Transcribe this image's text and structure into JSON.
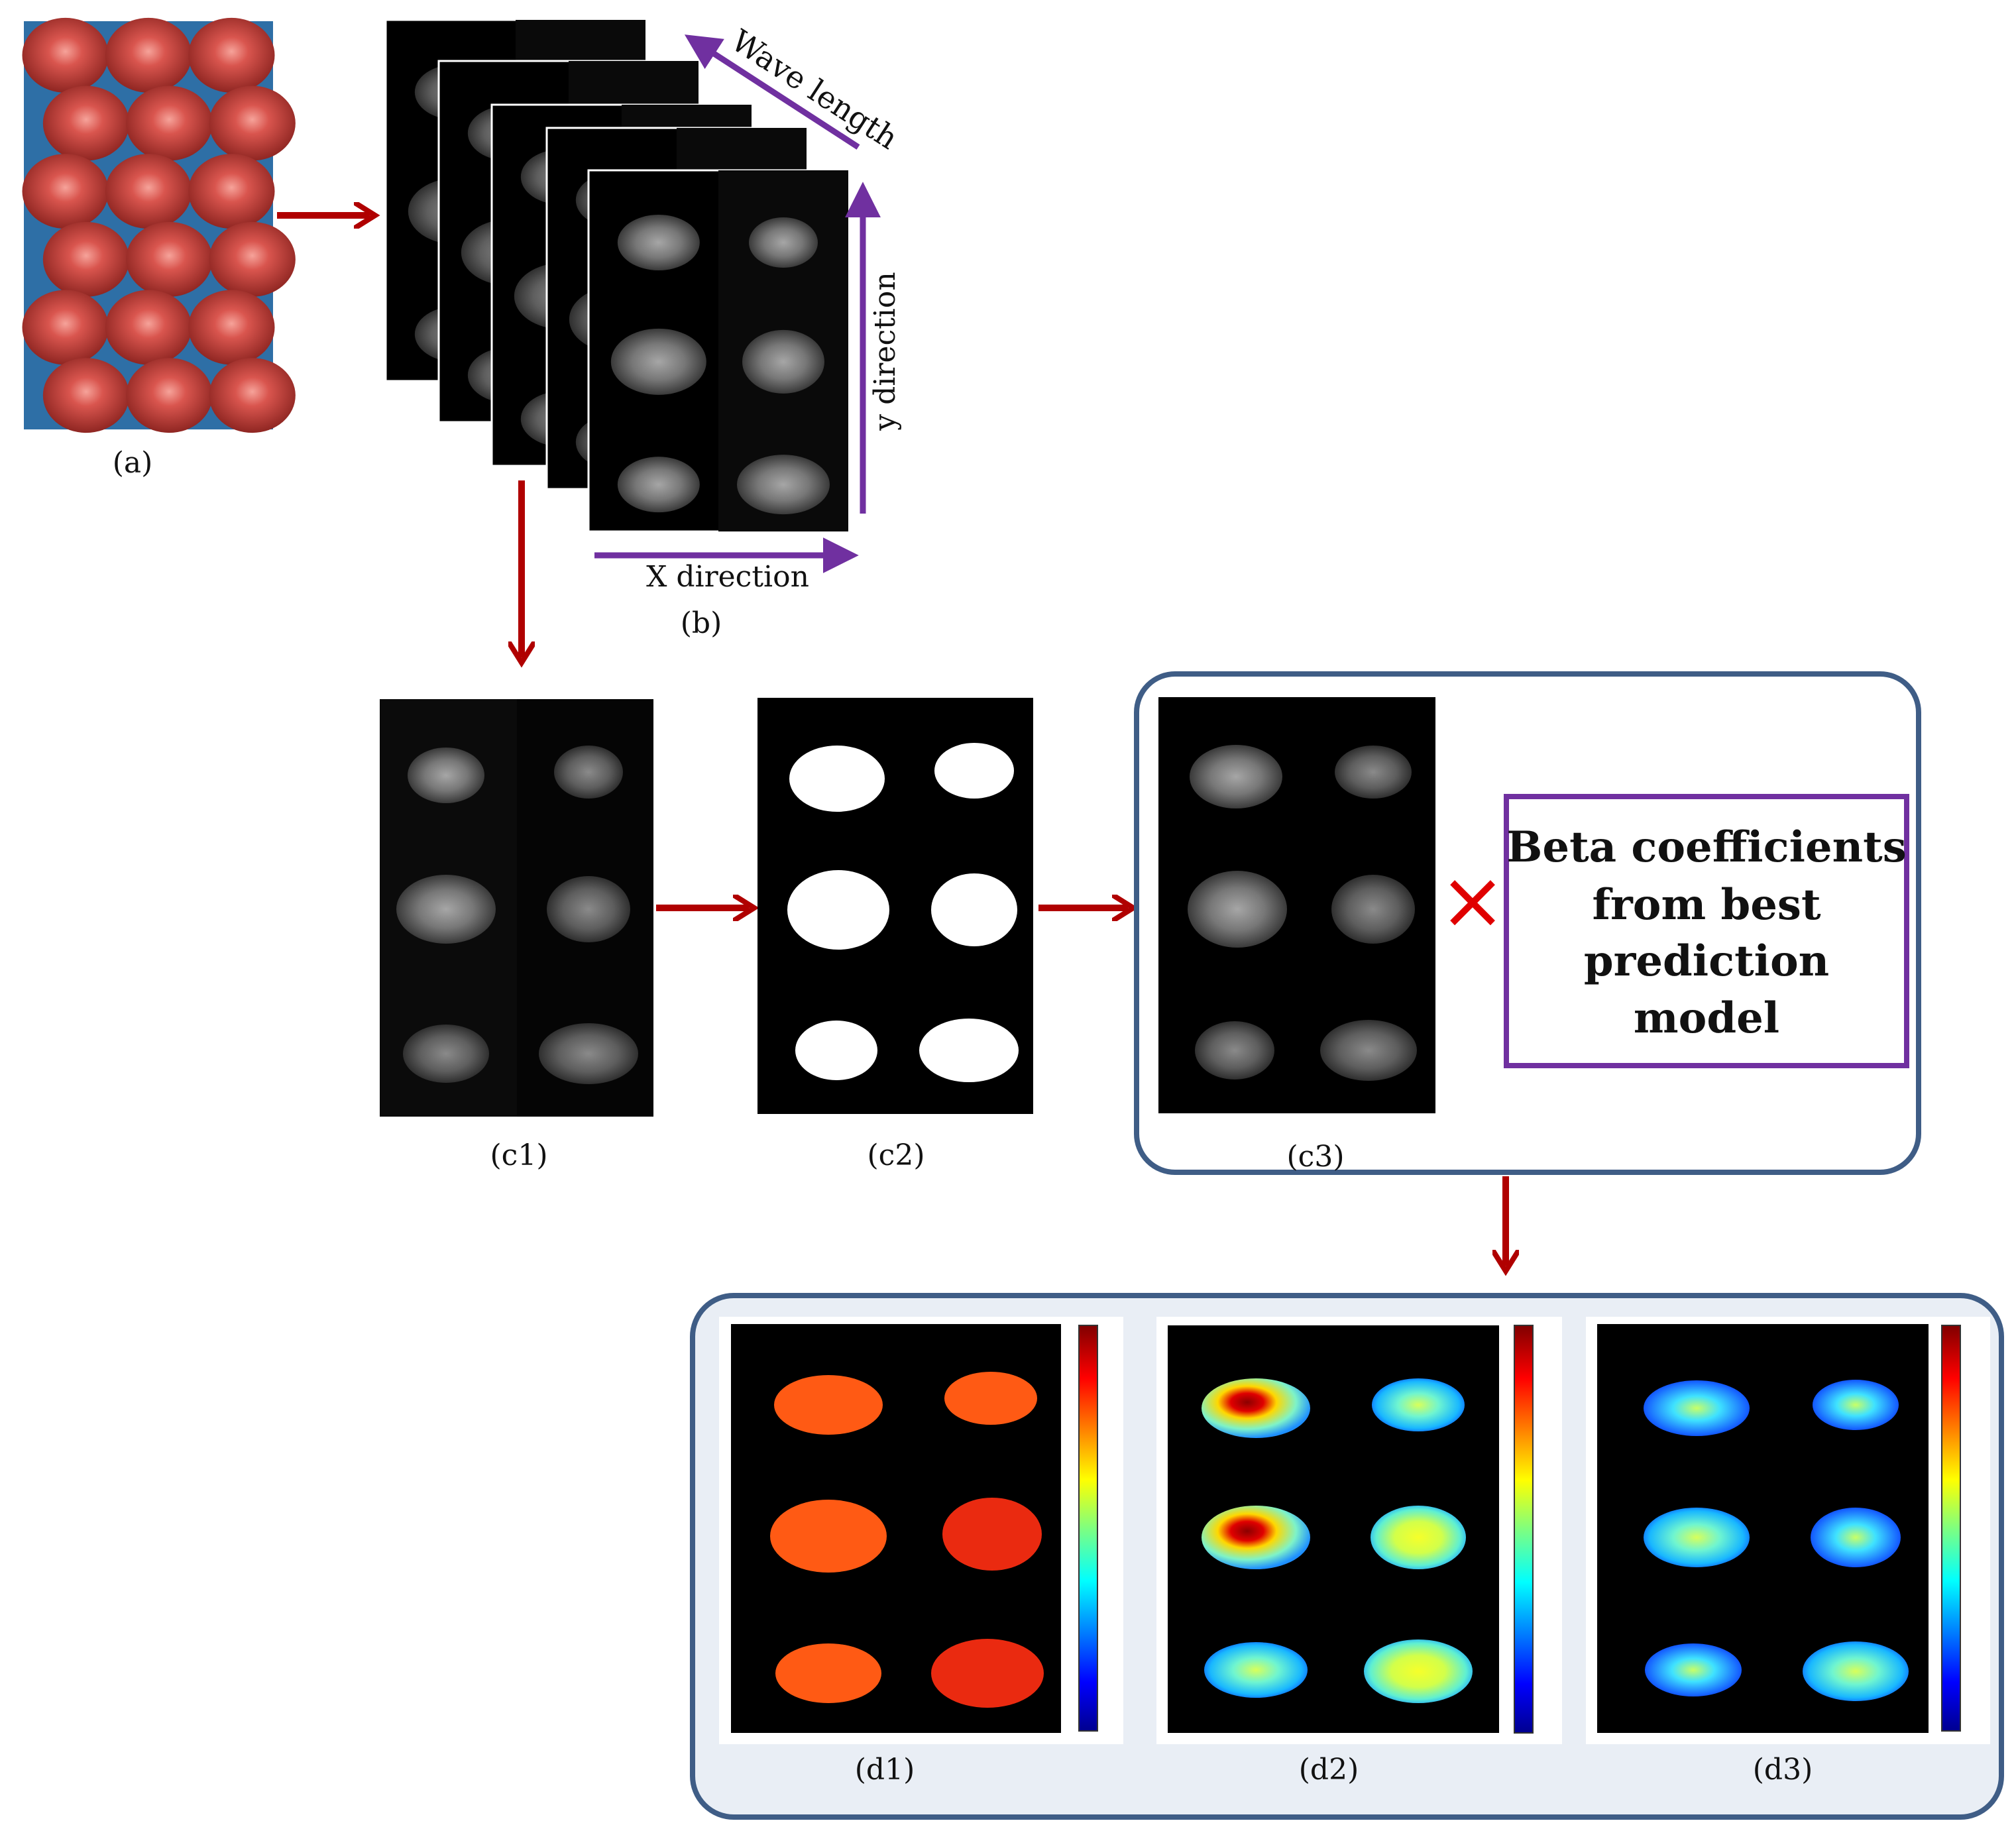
{
  "labels": {
    "a": "(a)",
    "b": "(b)",
    "c1": "(c1)",
    "c2": "(c2)",
    "c3": "(c3)",
    "d1": "(d1)",
    "d2": "(d2)",
    "d3": "(d3)"
  },
  "axes": {
    "wavelength": "Wave length",
    "y_direction": "y direction",
    "x_direction": "X direction"
  },
  "beta_box": {
    "line1": "Beta coefficients",
    "line2": "from best",
    "line3": "prediction",
    "line4": "model"
  },
  "multiply_symbol": "×",
  "colors": {
    "arrow": "#b00000",
    "purple": "#7030a0",
    "frame": "#3f5d86",
    "d_panel_bg": "#e9eef5",
    "fruit_orange": "#ff5a14",
    "fruit_red": "#ea2a10",
    "multiply": "#e00000"
  }
}
